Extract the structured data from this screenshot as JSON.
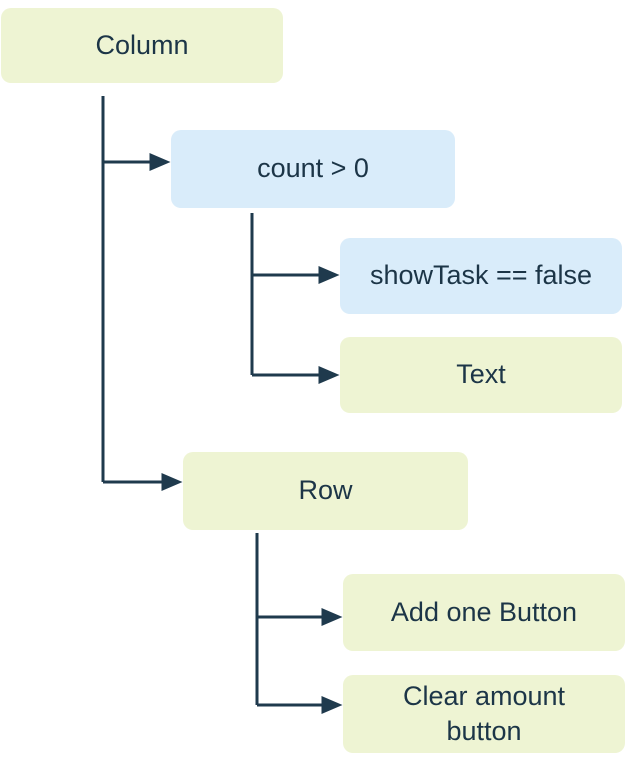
{
  "diagram": {
    "type": "widget-tree",
    "colors": {
      "widget_fill": "#eef4d3",
      "condition_fill": "#d9ecfa",
      "connector": "#1f3a4d",
      "text": "#1c3547",
      "background": "#ffffff"
    },
    "nodes": [
      {
        "id": "column",
        "label": "Column",
        "kind": "widget",
        "parent": null
      },
      {
        "id": "count-gt-0",
        "label": "count > 0",
        "kind": "condition",
        "parent": "column"
      },
      {
        "id": "showtask-eq-false",
        "label": "showTask == false",
        "kind": "condition",
        "parent": "count-gt-0"
      },
      {
        "id": "text",
        "label": "Text",
        "kind": "widget",
        "parent": "count-gt-0"
      },
      {
        "id": "row",
        "label": "Row",
        "kind": "widget",
        "parent": "column"
      },
      {
        "id": "add-one-button",
        "label": "Add one Button",
        "kind": "widget",
        "parent": "row"
      },
      {
        "id": "clear-amount-button",
        "label": "Clear amount button",
        "kind": "widget",
        "parent": "row"
      }
    ],
    "edges": [
      {
        "from": "column",
        "to": "count-gt-0"
      },
      {
        "from": "column",
        "to": "row"
      },
      {
        "from": "count-gt-0",
        "to": "showtask-eq-false"
      },
      {
        "from": "count-gt-0",
        "to": "text"
      },
      {
        "from": "row",
        "to": "add-one-button"
      },
      {
        "from": "row",
        "to": "clear-amount-button"
      }
    ]
  }
}
